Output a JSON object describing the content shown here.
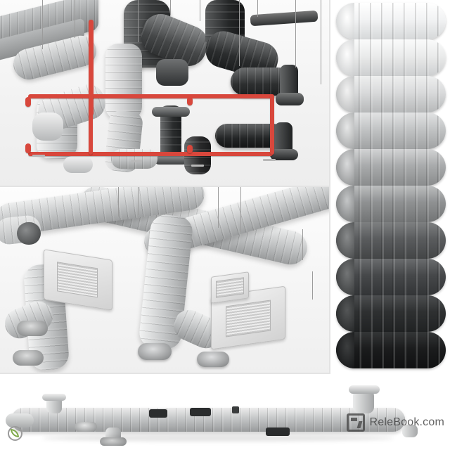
{
  "image": {
    "subject": "3D render sheet of HVAC ventilation ductwork and spiral air ducts",
    "panels": [
      {
        "id": "top-left",
        "name": "dark-ductwork-render",
        "description": "Overhead view of black and grey ventilation ducts with red fire-sprinkler piping"
      },
      {
        "id": "middle-left",
        "name": "galvanized-ductwork-render",
        "description": "Galvanized steel spiral ducts with ceiling cassette air conditioners"
      },
      {
        "id": "right-column",
        "name": "duct-material-swatches",
        "description": "Ten stacked spiral duct samples from white to black"
      },
      {
        "id": "bottom-strip",
        "name": "single-duct-run",
        "description": "Long horizontal galvanized duct run with branches"
      }
    ],
    "swatches": [
      {
        "index": 1,
        "label": "white-gloss",
        "color": "#f4f5f6"
      },
      {
        "index": 2,
        "label": "white-matte",
        "color": "#eceded"
      },
      {
        "index": 3,
        "label": "light-grey",
        "color": "#d9dadb"
      },
      {
        "index": 4,
        "label": "galvanized",
        "color": "#c2c4c5"
      },
      {
        "index": 5,
        "label": "grey",
        "color": "#a9abac"
      },
      {
        "index": 6,
        "label": "medium-grey",
        "color": "#8f9192"
      },
      {
        "index": 7,
        "label": "dark-grey",
        "color": "#5a5c5e"
      },
      {
        "index": 8,
        "label": "charcoal",
        "color": "#46484a"
      },
      {
        "index": 9,
        "label": "near-black",
        "color": "#2e3031"
      },
      {
        "index": 10,
        "label": "black",
        "color": "#1b1c1d"
      }
    ],
    "colors": {
      "background": "#ffffff",
      "red_pipe": "#d8473c",
      "galvanized": "#b9bbbc",
      "dark_duct": "#2c2d2e",
      "watermark_text": "#3f3f3f"
    }
  },
  "watermark": {
    "brand": "ReleBook.com",
    "logo_name": "relebook-logo"
  },
  "corner_logo": {
    "name": "leaf-circle-logo"
  }
}
